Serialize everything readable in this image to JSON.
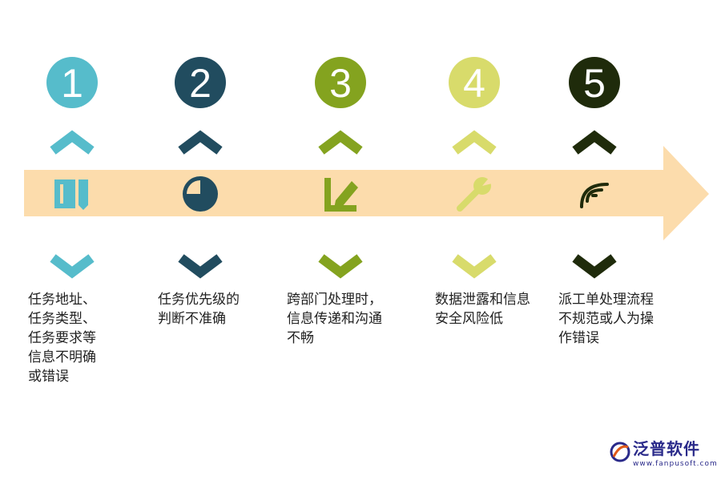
{
  "steps": [
    {
      "number": "1",
      "color": "#56bccb",
      "icon": "book-icon",
      "text": "任务地址、\n任务类型、\n任务要求等\n信息不明确\n或错误"
    },
    {
      "number": "2",
      "color": "#214c5f",
      "icon": "pie-chart-icon",
      "text": "任务优先级的\n判断不准确"
    },
    {
      "number": "3",
      "color": "#84a31f",
      "icon": "edit-icon",
      "text": "跨部门处理时，\n信息传递和沟通\n不畅"
    },
    {
      "number": "4",
      "color": "#d8db6b",
      "icon": "wrench-icon",
      "text": "数据泄露和信息\n安全风险低"
    },
    {
      "number": "5",
      "color": "#1f2b0b",
      "icon": "signal-icon",
      "text": "派工单处理流程\n不规范或人为操\n作错误"
    }
  ],
  "arrow_color": "#fcdcac",
  "watermark": {
    "brand": "泛普软件",
    "url": "www.fanpusoft.com"
  }
}
